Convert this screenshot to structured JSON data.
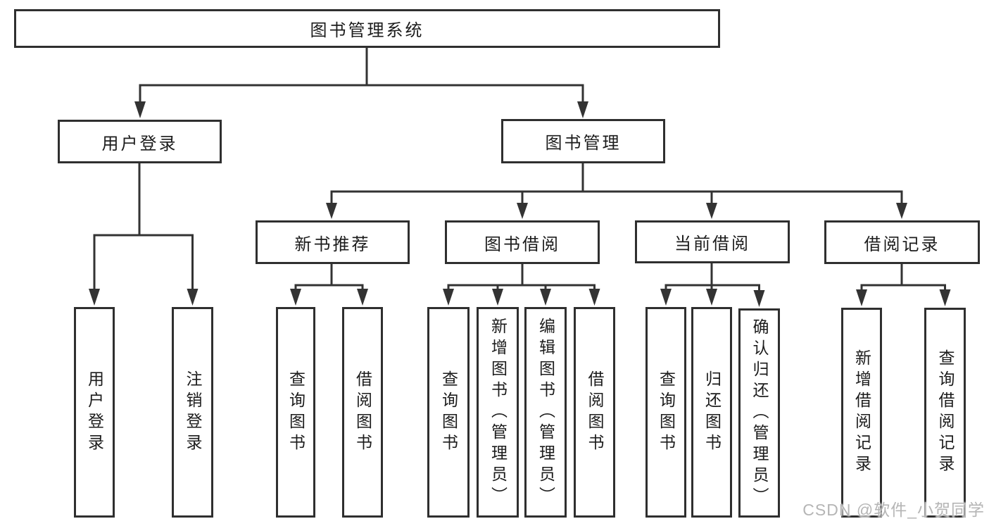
{
  "diagram": {
    "root": {
      "label": "图书管理系统"
    },
    "branches": [
      {
        "label": "用户登录",
        "leaves": [
          "用户登录",
          "注销登录"
        ]
      },
      {
        "label": "图书管理",
        "groups": [
          {
            "label": "新书推荐",
            "leaves": [
              "查询图书",
              "借阅图书"
            ]
          },
          {
            "label": "图书借阅",
            "leaves": [
              "查询图书",
              "新增图书（管理员）",
              "编辑图书（管理员）",
              "借阅图书"
            ]
          },
          {
            "label": "当前借阅",
            "leaves": [
              "查询图书",
              "归还图书",
              "确认归还（管理员）"
            ]
          },
          {
            "label": "借阅记录",
            "leaves": [
              "新增借阅记录",
              "查询借阅记录"
            ]
          }
        ]
      }
    ]
  },
  "watermark": {
    "text": "CSDN @软件_小贺同学"
  },
  "colors": {
    "line": "#333333",
    "node_border": "#2f2f2f",
    "text": "#1c1c1c",
    "background": "#ffffff",
    "watermark": "#b5b5b5"
  }
}
